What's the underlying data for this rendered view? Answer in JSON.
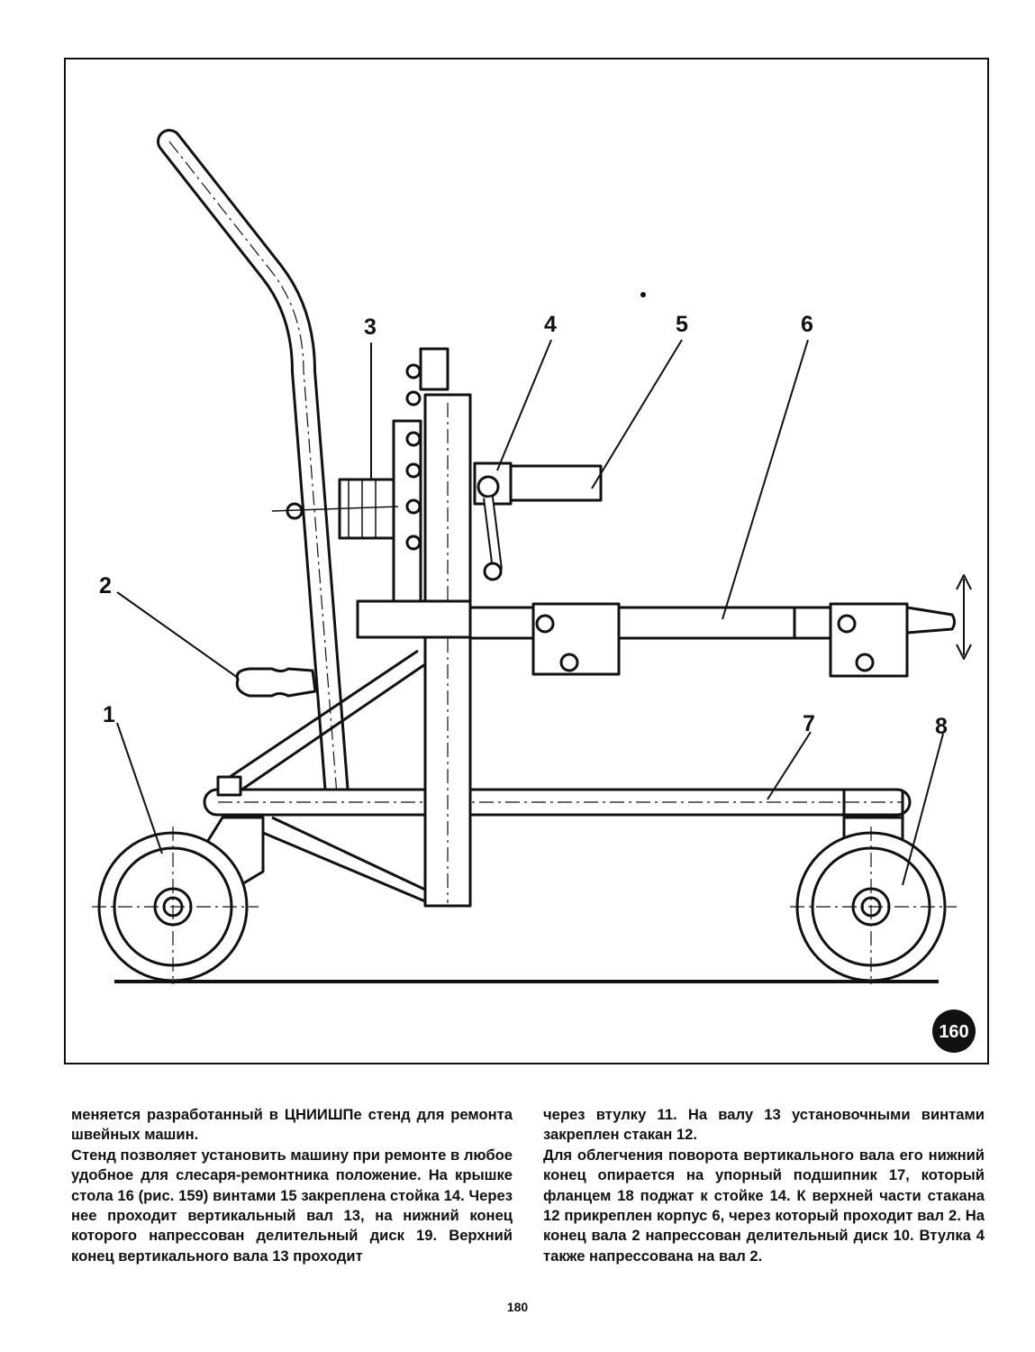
{
  "figure": {
    "number": "160",
    "callouts": [
      "1",
      "2",
      "3",
      "4",
      "5",
      "6",
      "7",
      "8"
    ]
  },
  "text": {
    "left_paragraphs": [
      "меняется разработанный в ЦНИИШПе стенд для ремонта швейных машин.",
      "Стенд позволяет установить машину при ремонте в любое удобное для слесаря-ремонтника положение. На крышке стола 16 (рис. 159) винтами 15 закреплена стойка 14. Через нее проходит вертикальный вал 13, на нижний конец которого напрессован делительный диск 19. Верхний конец вертикального вала 13 проходит"
    ],
    "right_paragraphs": [
      "через втулку 11. На валу 13 установочными винтами закреплен стакан 12.",
      "Для облегчения поворота вертикального вала его нижний конец опирается на упорный подшипник 17, который фланцем 18 поджат к стойке 14. К верхней части стакана 12 прикреплен корпус 6, через который проходит вал 2. На конец вала 2 напрессован делительный диск 10. Втулка 4 также напрессована на вал 2."
    ]
  },
  "page_number": "180"
}
